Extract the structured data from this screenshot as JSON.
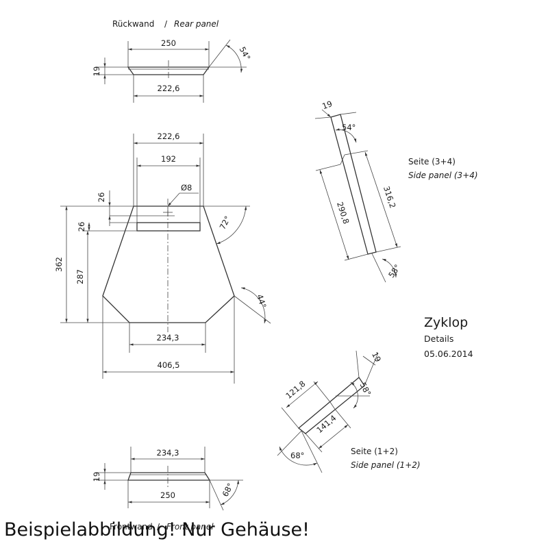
{
  "rear_panel": {
    "label_de": "Rückwand",
    "sep": "/",
    "label_en": "Rear panel",
    "dim_top": "250",
    "dim_bottom": "222,6",
    "dim_height": "19",
    "angle": "54°"
  },
  "front": {
    "dim_top_width": "222,6",
    "dim_inner_width": "192",
    "hole": "Ø8",
    "dim_26_a": "26",
    "dim_26_b": "26",
    "dim_362": "362",
    "dim_287": "287",
    "angle_72": "72°",
    "angle_44": "44°",
    "dim_bottom": "234,3",
    "dim_total": "406,5"
  },
  "side_34": {
    "label_de": "Seite (3+4)",
    "label_en": "Side panel (3+4)",
    "dim_19": "19",
    "angle_54": "54°",
    "dim_2908": "290,8",
    "dim_3162": "316,2",
    "angle_58": "58°"
  },
  "title": {
    "name": "Zyklop",
    "sub": "Details",
    "date": "05.06.2014"
  },
  "side_12": {
    "label_de": "Seite (1+2)",
    "label_en": "Side panel (1+2)",
    "dim_19": "19",
    "dim_1218": "121,8",
    "dim_1414": "141,4",
    "angle_58": "58°",
    "angle_68": "68°"
  },
  "front_panel": {
    "dim_top": "234,3",
    "dim_bottom": "250",
    "dim_height": "19",
    "angle": "68°",
    "label_de": "Frontwand",
    "sep": "/",
    "label_en": "Front panel"
  },
  "caption": "Beispielabbildung! Nur Gehäuse!"
}
